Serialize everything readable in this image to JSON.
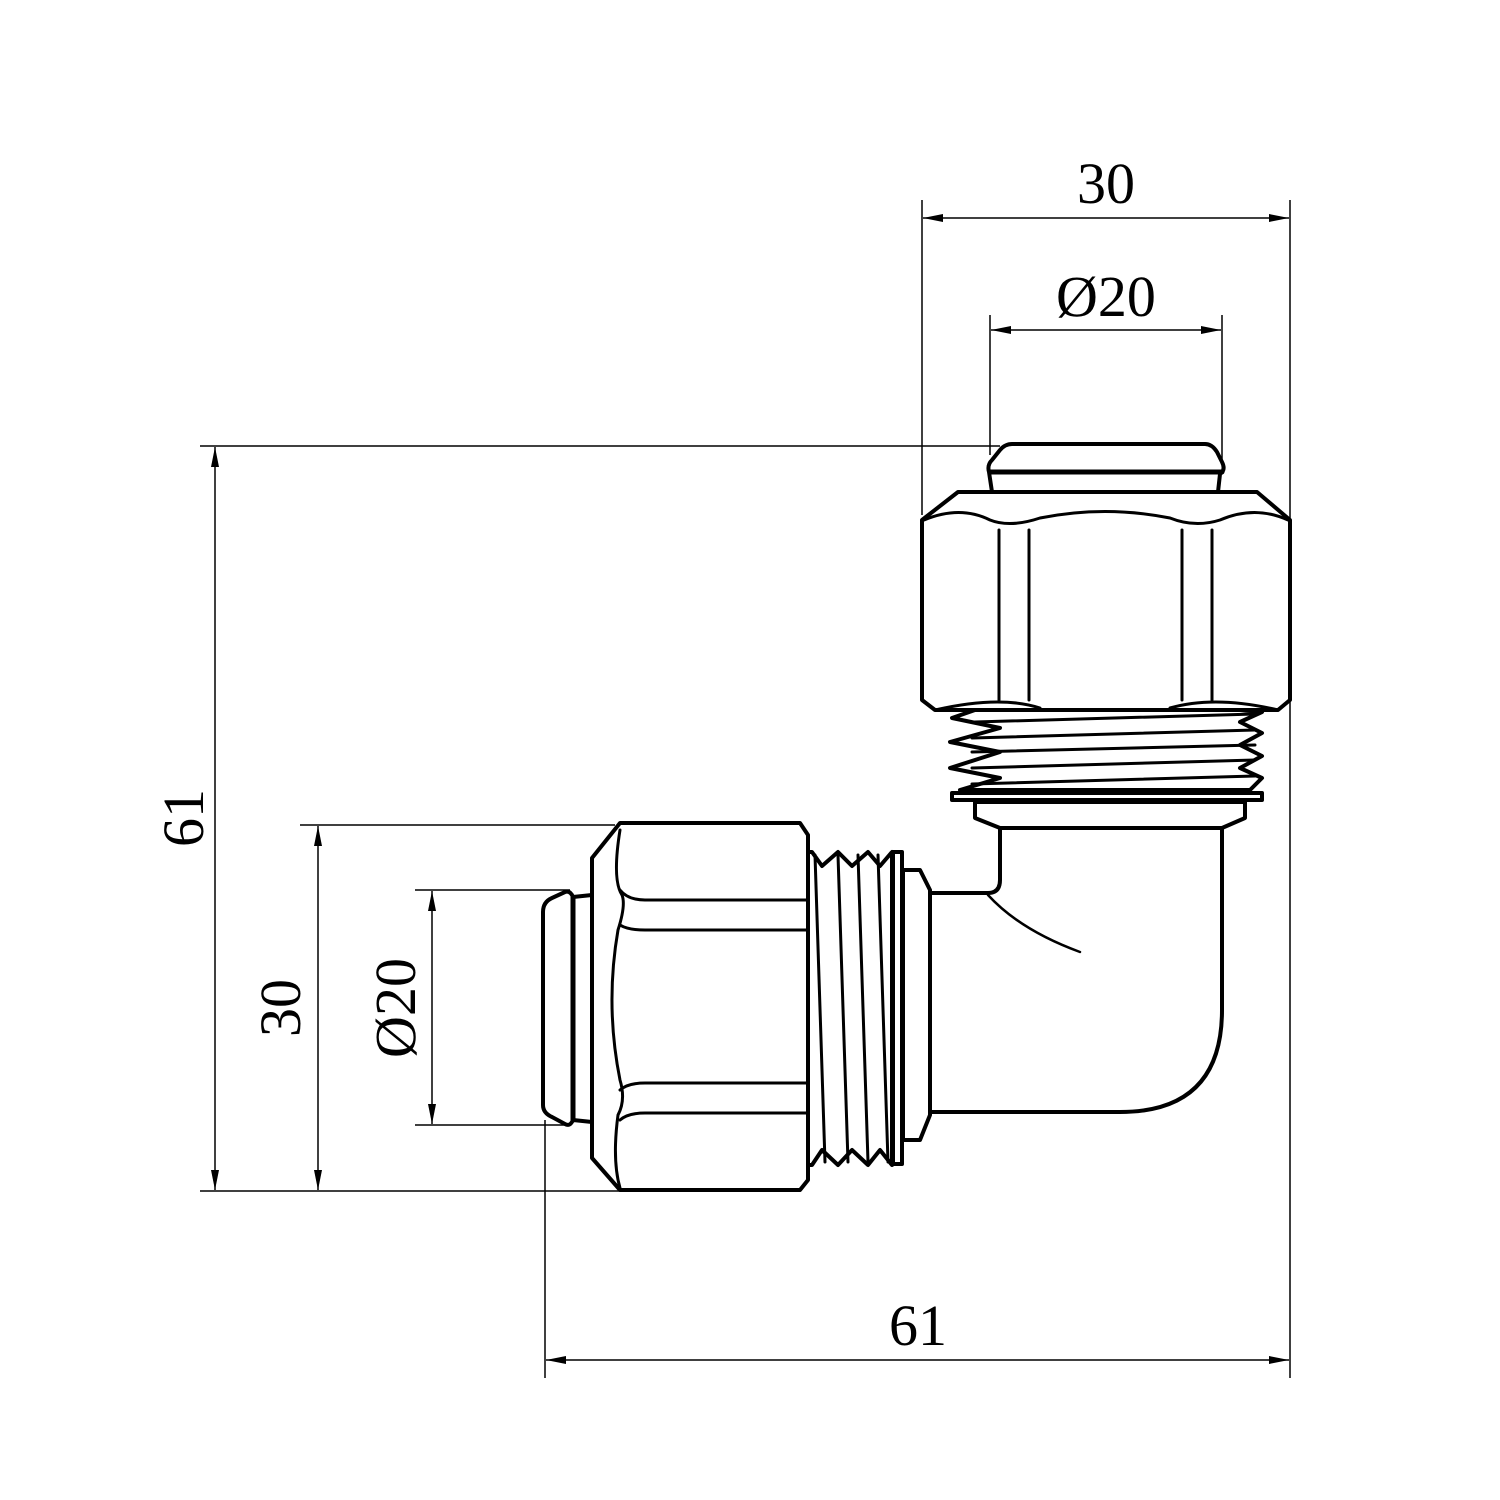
{
  "drawing": {
    "title": "90° elbow compression fitting",
    "dimensions": {
      "top_width": "30",
      "top_diameter": "Ø20",
      "overall_height": "61",
      "side_height": "30",
      "side_diameter": "Ø20",
      "overall_width": "61"
    },
    "colors": {
      "line": "#000000",
      "background": "#ffffff"
    }
  }
}
